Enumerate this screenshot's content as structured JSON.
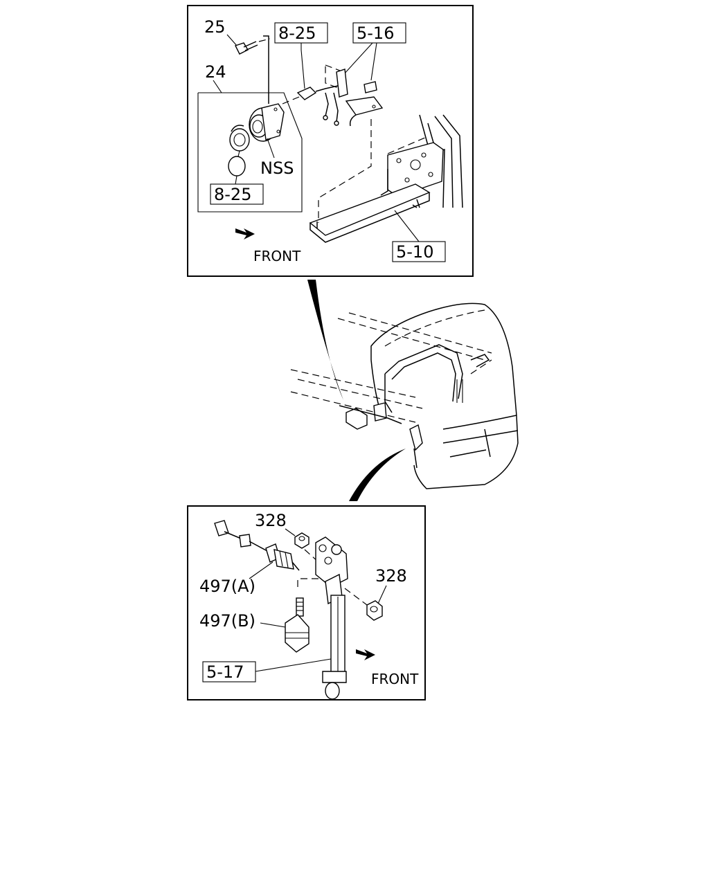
{
  "top_panel": {
    "callouts": {
      "c25": "25",
      "c24": "24",
      "c8_25_a": "8-25",
      "c5_16": "5-16",
      "nss": "NSS",
      "c8_25_b": "8-25",
      "c5_10": "5-10"
    },
    "front": "FRONT"
  },
  "bottom_panel": {
    "callouts": {
      "c328_a": "328",
      "c328_b": "328",
      "c497_a": "497(A)",
      "c497_b": "497(B)",
      "c5_17": "5-17"
    },
    "front": "FRONT"
  }
}
